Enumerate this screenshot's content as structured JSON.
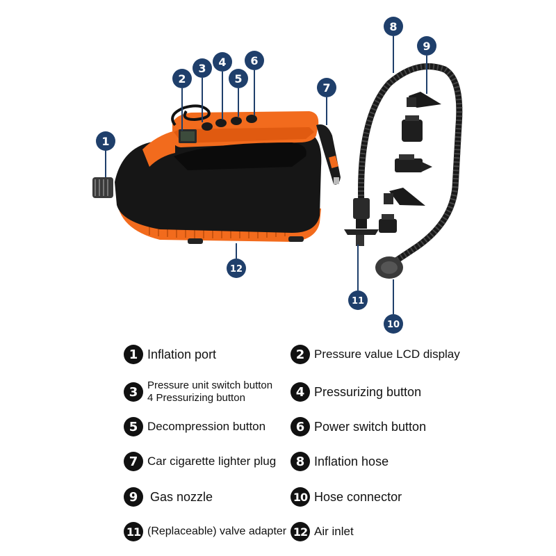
{
  "callouts": {
    "c1": "1",
    "c2": "2",
    "c3": "3",
    "c4": "4",
    "c5": "5",
    "c6": "6",
    "c7": "7",
    "c8": "8",
    "c9": "9",
    "c10": "10",
    "c11": "11",
    "c12": "12"
  },
  "legend": {
    "items": [
      {
        "num": "1",
        "label": "Inflation port"
      },
      {
        "num": "2",
        "label": "Pressure value LCD display"
      },
      {
        "num": "3",
        "label_line1": "Pressure unit switch button",
        "label_line2": "4 Pressurizing button"
      },
      {
        "num": "4",
        "label": "Pressurizing button"
      },
      {
        "num": "5",
        "label": "Decompression button"
      },
      {
        "num": "6",
        "label": "Power switch button"
      },
      {
        "num": "7",
        "label": "Car cigarette lighter plug"
      },
      {
        "num": "8",
        "label": "Inflation hose"
      },
      {
        "num": "9",
        "label": "Gas nozzle"
      },
      {
        "num": "10",
        "label": "Hose connector"
      },
      {
        "num": "11",
        "label": "(Replaceable) valve adapter"
      },
      {
        "num": "12",
        "label": "Air inlet"
      }
    ]
  },
  "colors": {
    "callout_bg": "#1f3f6b",
    "pump_orange": "#f26b1d",
    "pump_black": "#161616",
    "legend_badge": "#111111"
  },
  "icons": [
    "air-pump-illustration",
    "inflation-hose-illustration",
    "nozzle-illustration"
  ]
}
